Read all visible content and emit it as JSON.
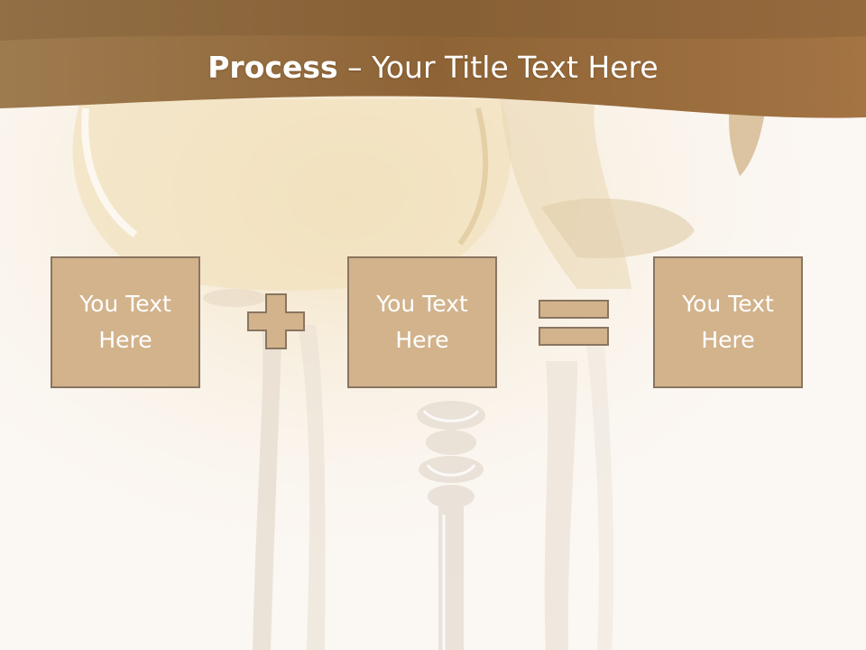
{
  "title": {
    "strong": "Process",
    "rest": " – Your Title Text Here"
  },
  "boxes": [
    {
      "text": "You Text Here"
    },
    {
      "text": "You Text Here"
    },
    {
      "text": "You Text Here"
    }
  ],
  "operators": [
    "plus-icon",
    "equals-icon"
  ],
  "colors": {
    "banner": "#9a6e3e",
    "box_fill": "#d2b38c",
    "box_border": "#8a7560",
    "operator_fill": "#d2b38c",
    "background": "#fbf7f3"
  }
}
